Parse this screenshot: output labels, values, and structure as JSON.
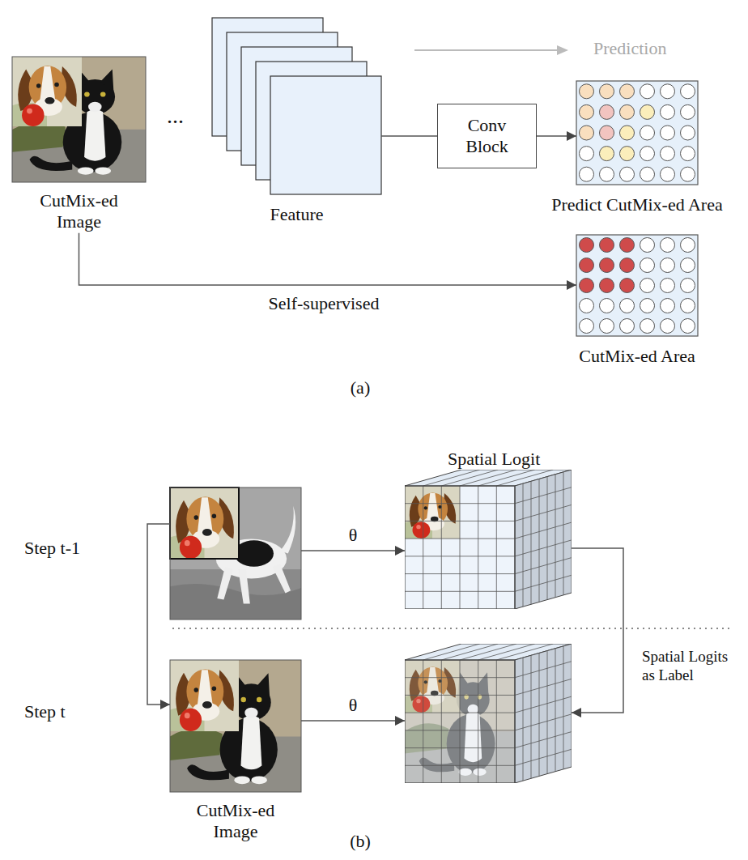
{
  "diagram": {
    "nodes": [
      {
        "text": [
          "CutMix-ed Image"
        ]
      },
      {
        "text": [
          "Feature"
        ]
      },
      {
        "text": [
          "Conv Block"
        ]
      },
      {
        "text": [
          "Predict CutMix-ed Area"
        ]
      },
      {
        "text": [
          "CutMix-ed Area"
        ]
      },
      {
        "text": []
      },
      {
        "text": [
          "Spatial Logit"
        ]
      },
      {
        "text": [
          "CutMix-ed Image"
        ]
      },
      {
        "text": []
      }
    ],
    "edges": [
      {
        "from": 1,
        "to": 2,
        "arrow": "none"
      },
      {
        "from": 2,
        "to": 3,
        "arrow": "to"
      },
      {
        "from": 0,
        "to": 4,
        "arrow": "to",
        "label": "Self-supervised"
      },
      {
        "from": 5,
        "to": 6,
        "arrow": "to",
        "label": "θ"
      },
      {
        "from": 6,
        "to": 8,
        "arrow": "to",
        "label": "Spatial Logits as Label"
      },
      {
        "from": 5,
        "to": 7,
        "arrow": "to"
      },
      {
        "from": 7,
        "to": 8,
        "arrow": "to",
        "label": "θ"
      }
    ],
    "labels": [
      "...",
      "Prediction",
      "(a)",
      "Step t-1",
      "Step t",
      "(b)"
    ]
  }
}
